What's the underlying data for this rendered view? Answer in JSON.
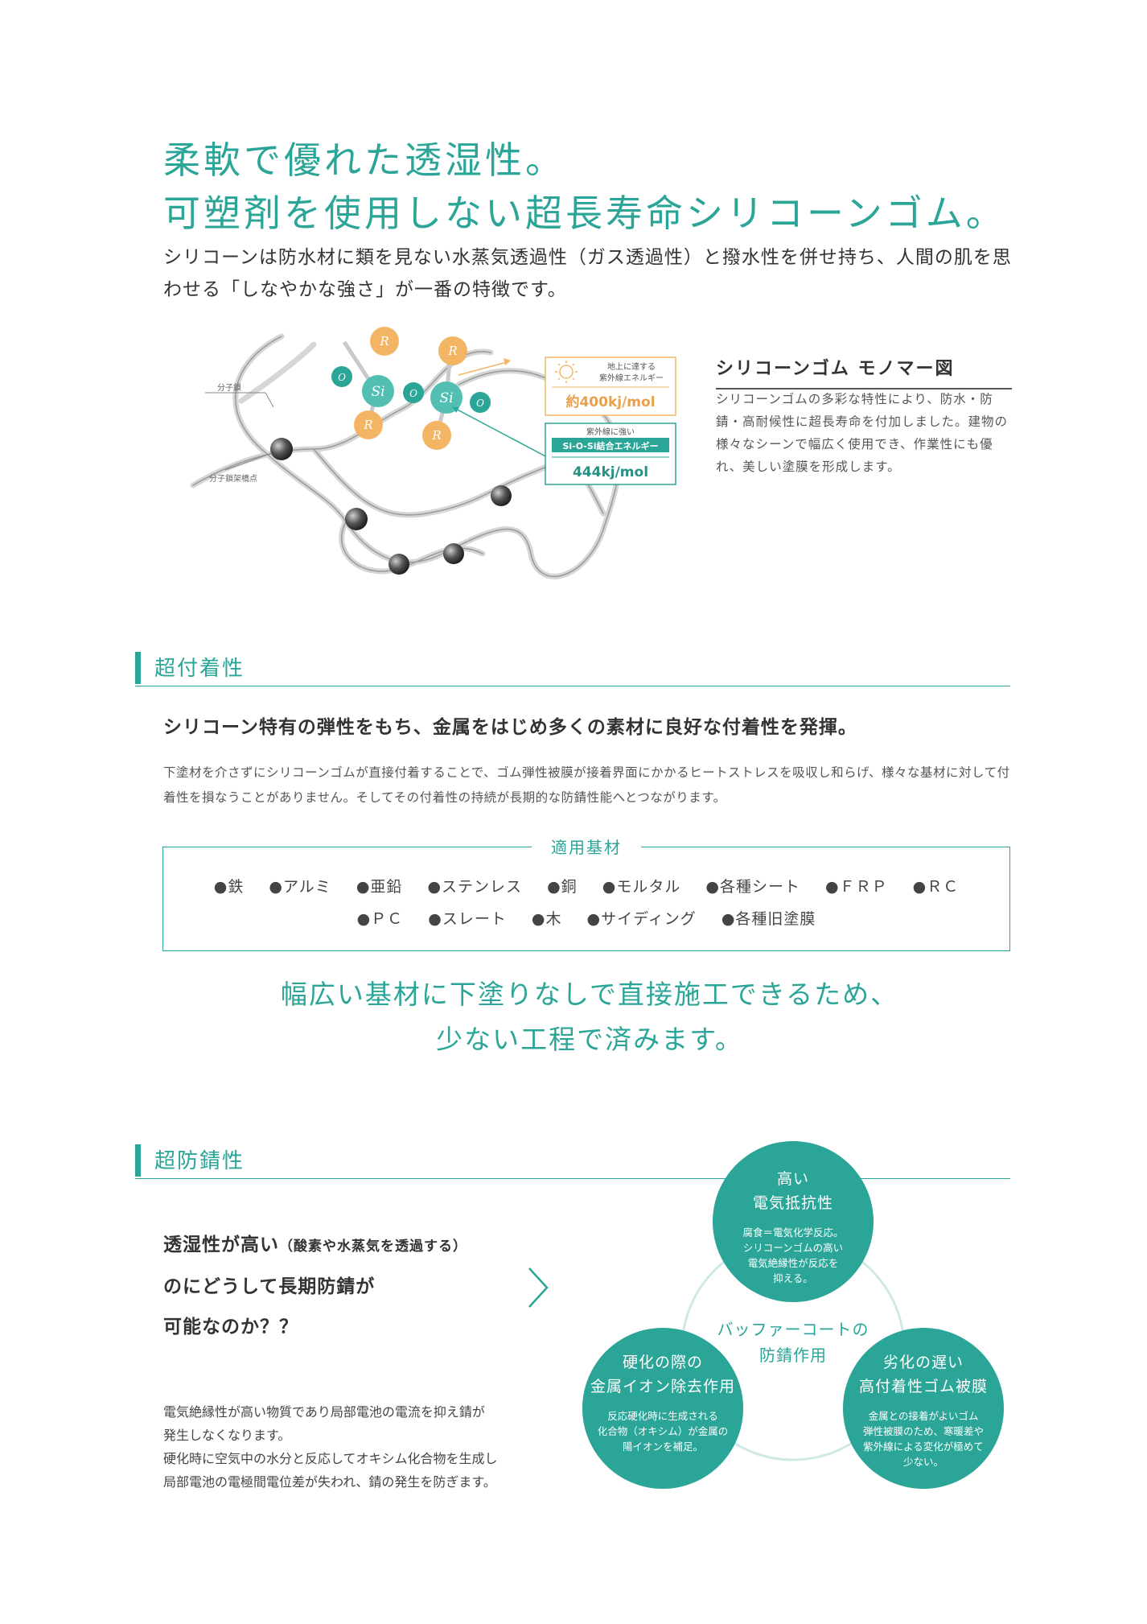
{
  "headline": {
    "line1": "柔軟で優れた透湿性。",
    "line2": "可塑剤を使用しない超長寿命シリコーンゴム。"
  },
  "intro": "シリコーンは防水材に類を見ない水蒸気透過性（ガス透過性）と撥水性を併せ持ち、人間の肌を思わせる「しなやかな強さ」が一番の特徴です。",
  "diagram": {
    "label_chain": "分子鎖",
    "label_crosslink": "分子鎖架橋点",
    "atom_r": "R",
    "atom_si": "Si",
    "atom_o": "O",
    "uv_label1": "地上に達する",
    "uv_label2": "紫外線エネルギー",
    "uv_value": "約400kj/mol",
    "bond_label1": "紫外線に強い",
    "bond_label2": "Si-O-Si結合エネルギー",
    "bond_value": "444kj/mol"
  },
  "monomer": {
    "title": "シリコーンゴム モノマー図",
    "body": "シリコーンゴムの多彩な特性により、防水・防錆・高耐候性に超長寿命を付加しました。建物の様々なシーンで幅広く使用でき、作業性にも優れ、美しい塗膜を形成します。"
  },
  "adhesion": {
    "heading": "超付着性",
    "lead": "シリコーン特有の弾性をもち、金属をはじめ多くの素材に良好な付着性を発揮。",
    "body": "下塗材を介さずにシリコーンゴムが直接付着することで、ゴム弾性被膜が接着界面にかかるヒートストレスを吸収し和らげ、様々な基材に対して付着性を損なうことがありません。そしてその付着性の持続が長期的な防錆性能へとつながります。",
    "materials_title": "適用基材",
    "materials_row1": [
      "●鉄",
      "●アルミ",
      "●亜鉛",
      "●ステンレス",
      "●銅",
      "●モルタル",
      "●各種シート",
      "●ＦＲＰ",
      "●ＲＣ"
    ],
    "materials_row2": [
      "●ＰＣ",
      "●スレート",
      "●木",
      "●サイディング",
      "●各種旧塗膜"
    ],
    "emph_line1": "幅広い基材に下塗りなしで直接施工できるため、",
    "emph_line2": "少ない工程で済みます。"
  },
  "rust": {
    "heading": "超防錆性",
    "question_line1": "透湿性が高い",
    "question_sub": "（酸素や水蒸気を透過する）",
    "question_line2": "のにどうして長期防錆が",
    "question_line3": "可能なのか？？",
    "body_line1": "電気絶縁性が高い物質であり局部電池の電流を抑え錆が",
    "body_line2": "発生しなくなります。",
    "body_line3": "硬化時に空気中の水分と反応してオキシム化合物を生成し",
    "body_line4": "局部電池の電極間電位差が失われ、錆の発生を防ぎます。",
    "center_line1": "バッファーコートの",
    "center_line2": "防錆作用",
    "top_title1": "高い",
    "top_title2": "電気抵抗性",
    "top_desc1": "腐食＝電気化学反応。",
    "top_desc2": "シリコーンゴムの高い",
    "top_desc3": "電気絶縁性が反応を",
    "top_desc4": "抑える。",
    "left_title1": "硬化の際の",
    "left_title2": "金属イオン除去作用",
    "left_desc1": "反応硬化時に生成される",
    "left_desc2": "化合物（オキシム）が金属の",
    "left_desc3": "陽イオンを補足。",
    "right_title1": "劣化の遅い",
    "right_title2": "高付着性ゴム被膜",
    "right_desc1": "金属との接着がよいゴム",
    "right_desc2": "弾性被膜のため、寒暖差や",
    "right_desc3": "紫外線による変化が極めて",
    "right_desc4": "少ない。"
  },
  "colors": {
    "accent": "#2aa597",
    "orange": "#f3b563",
    "text": "#333333"
  }
}
